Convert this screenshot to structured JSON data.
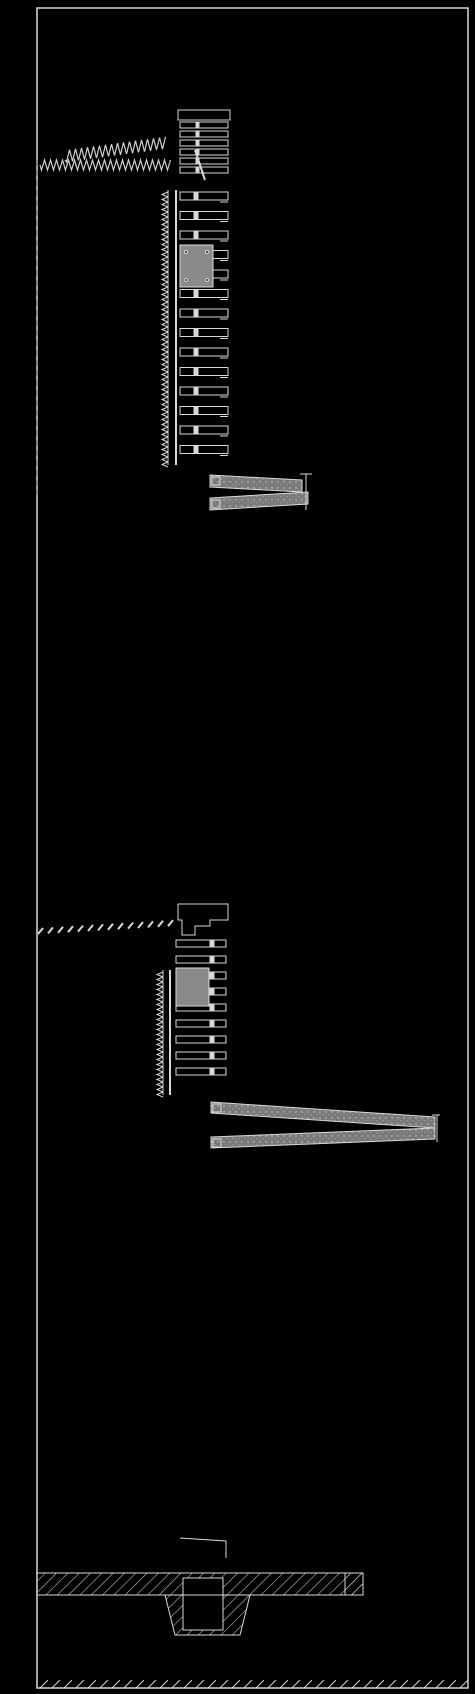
{
  "drawing": {
    "background": "#000000",
    "line_color": "#d9d9d9",
    "fill_color": "#8a8a8a",
    "hatch_color": "#bdbdbd"
  },
  "components": {
    "outer_frame": "frame",
    "upper_assembly": "upper-assembly",
    "lower_assembly": "lower-assembly",
    "base_foundation": "base-foundation"
  }
}
